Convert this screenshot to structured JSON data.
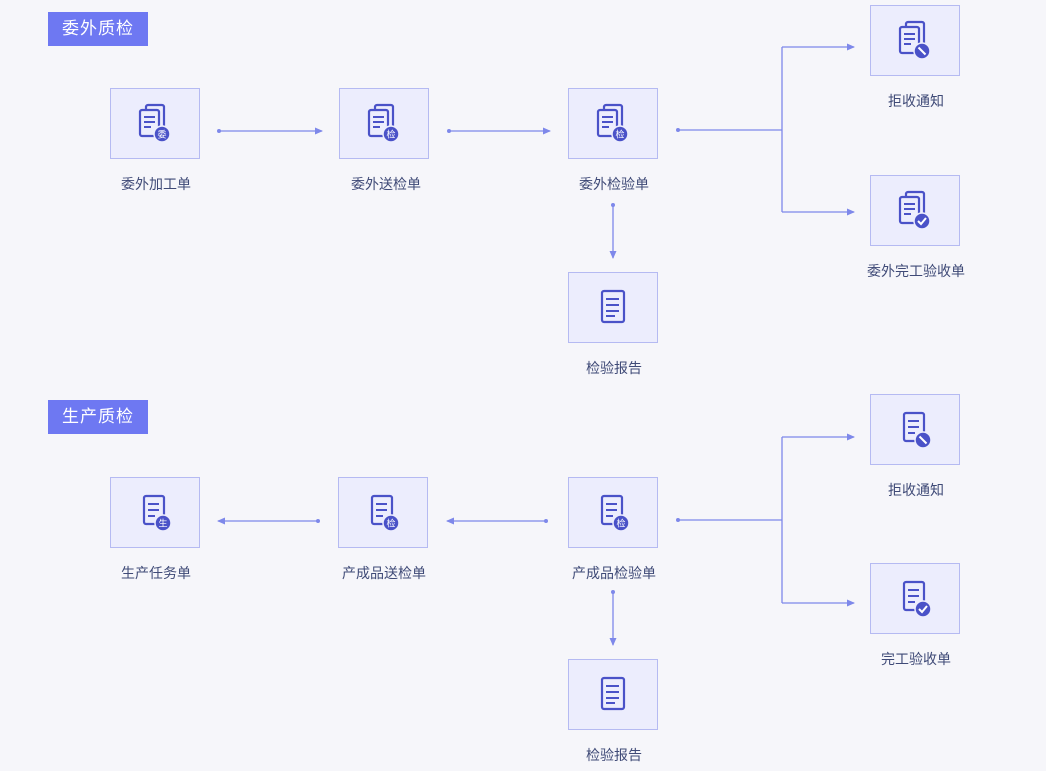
{
  "colors": {
    "accent": "#6e78f2",
    "node_fill": "#ecedfd",
    "node_border": "#b5baf2",
    "icon": "#4a52c8",
    "line": "#7e88ea",
    "label": "#3f4a77"
  },
  "sections": [
    {
      "title": "委外质检",
      "nodes": [
        {
          "label": "委外加工单",
          "icon": "document-badge-icon",
          "badge": "委"
        },
        {
          "label": "委外送检单",
          "icon": "document-badge-icon",
          "badge": "检"
        },
        {
          "label": "委外检验单",
          "icon": "document-badge-icon",
          "badge": "检"
        },
        {
          "label": "拒收通知",
          "icon": "document-forbidden-icon",
          "badge": ""
        },
        {
          "label": "委外完工验收单",
          "icon": "document-check-icon",
          "badge": ""
        },
        {
          "label": "检验报告",
          "icon": "document-icon",
          "badge": ""
        }
      ]
    },
    {
      "title": "生产质检",
      "nodes": [
        {
          "label": "生产任务单",
          "icon": "document-badge-icon",
          "badge": "生"
        },
        {
          "label": "产成品送检单",
          "icon": "document-badge-icon",
          "badge": "检"
        },
        {
          "label": "产成品检验单",
          "icon": "document-badge-icon",
          "badge": "检"
        },
        {
          "label": "拒收通知",
          "icon": "document-forbidden-icon",
          "badge": ""
        },
        {
          "label": "完工验收单",
          "icon": "document-check-icon",
          "badge": ""
        },
        {
          "label": "检验报告",
          "icon": "document-icon",
          "badge": ""
        }
      ]
    }
  ]
}
